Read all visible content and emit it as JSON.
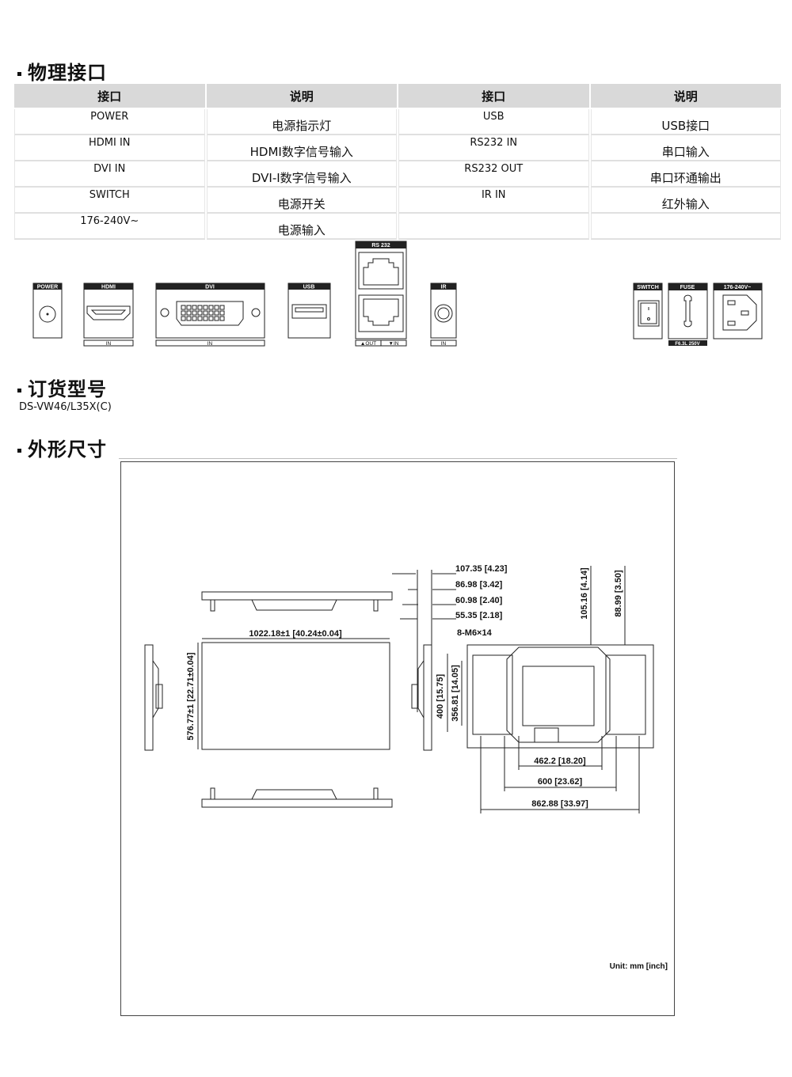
{
  "sections": {
    "interfaces_title": "物理接口",
    "order_title": "订货型号",
    "dimensions_title": "外形尺寸"
  },
  "table": {
    "headers": [
      "接口",
      "说明",
      "接口",
      "说明"
    ],
    "rows": [
      [
        "POWER",
        "电源指示灯",
        "USB",
        "USB接口"
      ],
      [
        "HDMI IN",
        "HDMI数字信号输入",
        "RS232 IN",
        "串口输入"
      ],
      [
        "DVI IN",
        "DVI-I数字信号输入",
        "RS232 OUT",
        "串口环通输出"
      ],
      [
        "SWITCH",
        "电源开关",
        "IR IN",
        "红外输入"
      ],
      [
        "176-240V~",
        "电源输入",
        "",
        ""
      ]
    ]
  },
  "connectors": {
    "power": "POWER",
    "hdmi": "HDMI",
    "dvi": "DVI",
    "usb": "USB",
    "rs232": "RS 232",
    "ir": "IR",
    "switch": "SWITCH",
    "fuse": "FUSE",
    "ac": "176-240V~",
    "in": "IN",
    "out_arrow": "▲OUT",
    "in_arrow": "▼IN",
    "fuse_rating": "F6.3L 250V"
  },
  "order": {
    "model": "DS-VW46/L35X(C)"
  },
  "drawing": {
    "width": "1022.18±1 [40.24±0.04]",
    "height": "576.77±1 [22.71±0.04]",
    "depth1": "107.35 [4.23]",
    "depth2": "86.98 [3.42]",
    "depth3": "60.98 [2.40]",
    "depth4": "55.35 [2.18]",
    "screws": "8-M6×14",
    "top1": "105.16 [4.14]",
    "top2": "88.99 [3.50]",
    "v400": "400 [15.75]",
    "v356": "356.81 [14.05]",
    "h462": "462.2 [18.20]",
    "h600": "600 [23.62]",
    "h862": "862.88 [33.97]",
    "unit": "Unit: mm [inch]"
  }
}
